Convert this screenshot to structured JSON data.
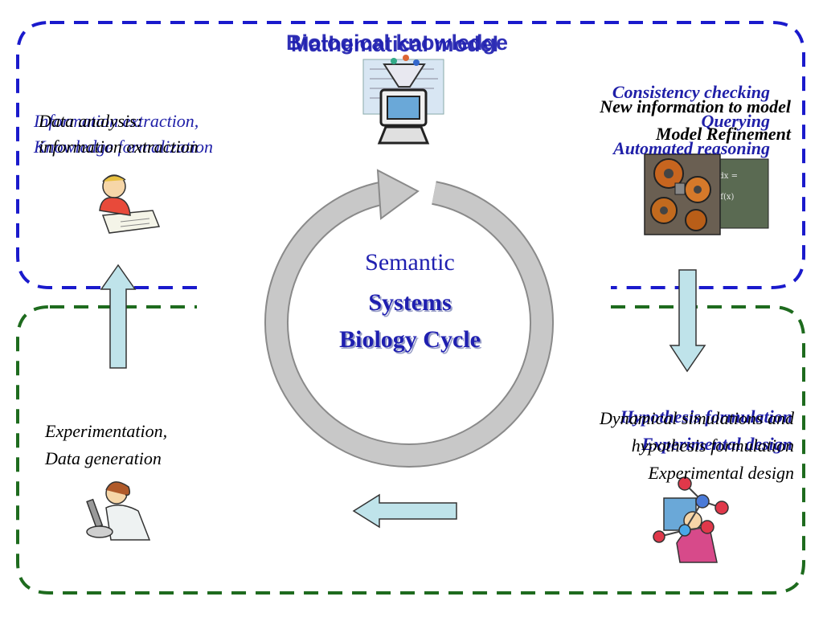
{
  "center": {
    "line1": "Semantic",
    "line2": "Systems",
    "line3": "Biology Cycle"
  },
  "top_title": {
    "layer_a": "Biological knowledge",
    "layer_b": "Mathematical model"
  },
  "left_top": {
    "blue_line1": "Information extraction,",
    "blue_line2": "Knowledge formalization",
    "black_line1": "Data analysis:",
    "black_line2": "information extraction"
  },
  "right_top": {
    "blue_line1": "Consistency checking",
    "blue_line2": "Querying",
    "blue_line3": "Automated reasoning",
    "black_line1": "New information to model",
    "black_line2": "Model Refinement"
  },
  "right_bottom": {
    "blue_line1": "Hypothesis formulation",
    "blue_line2": "Experimental design",
    "black_line1": "Dynamical simulations and",
    "black_line2": "hypothesis formulation",
    "black_line3": "Experimental design"
  },
  "left_bottom": {
    "line1": "Experimentation,",
    "line2": "Data generation"
  },
  "colors": {
    "top_region_border": "#1a1acc",
    "bottom_region_border": "#1e6b1e",
    "cycle_arrow": "#c4c4c4",
    "flow_arrow_fill": "#bfe3ea",
    "text_blue": "#1f1fa8"
  },
  "icons": {
    "top": "computer-funnel-icon",
    "left_top": "person-reading-icon",
    "right_top": "gears-icon",
    "left_bottom": "scientist-microscope-icon",
    "right_bottom": "scientist-molecule-icon"
  }
}
